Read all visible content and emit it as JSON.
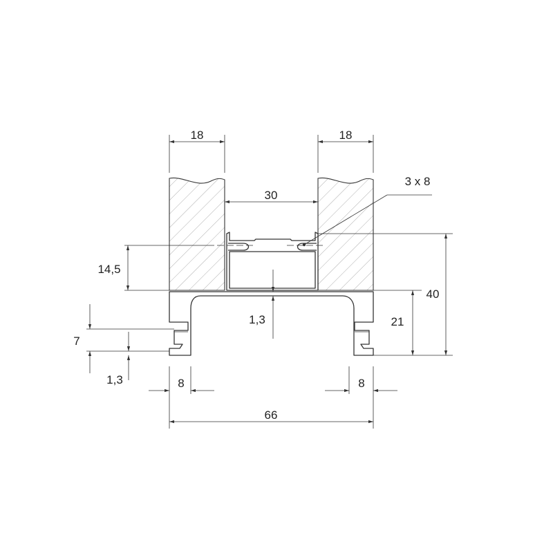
{
  "dimensions": {
    "board_width_left": "18",
    "board_width_right": "18",
    "gap_width": "30",
    "screw": "3 x 8",
    "height_groove": "14,5",
    "wall_center": "1,3",
    "total_height": "40",
    "height_lower": "21",
    "flange_height": "7",
    "flange_thickness": "1,3",
    "foot_left": "8",
    "foot_right": "8",
    "total_width": "66"
  }
}
